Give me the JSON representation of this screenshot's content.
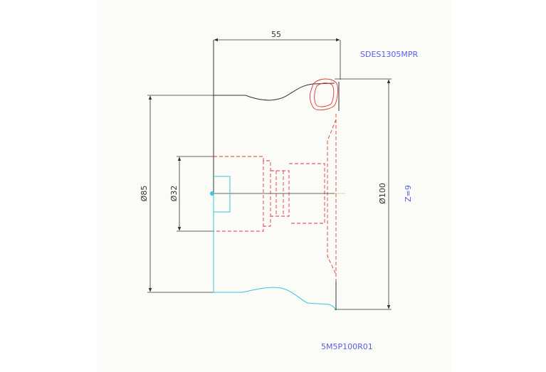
{
  "dimensions": {
    "width_top": "55",
    "diameter_85": "Ø85",
    "diameter_32": "Ø32",
    "diameter_100": "Ø100"
  },
  "labels": {
    "tool_code": "SDES1305MPR",
    "z_count": "Z=9",
    "part_code": "5M5P100R01"
  },
  "colors": {
    "paper": "#fbfcf7",
    "outline": "#333333",
    "cutting_insert": "#e03434",
    "cyan_contour": "#3ac4de",
    "annotation_blue": "#5b5ce6"
  }
}
